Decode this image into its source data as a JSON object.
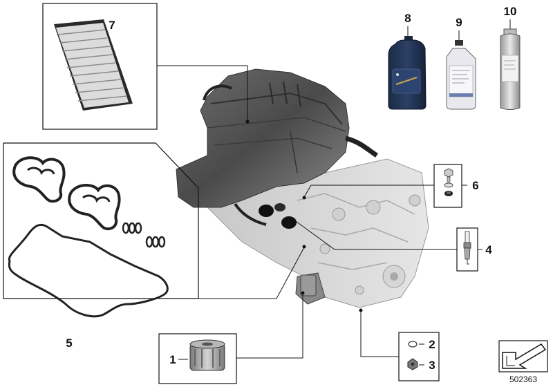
{
  "callouts": {
    "c1": "1",
    "c2": "2",
    "c3": "3",
    "c4": "4",
    "c5": "5",
    "c6": "6",
    "c7": "7",
    "c8": "8",
    "c9": "9",
    "c10": "10"
  },
  "document_number": "502363",
  "icons": {
    "engine": "engine-illustration-icon",
    "air_filter": "air-filter-element-icon",
    "gasket_set": "gasket-set-icon",
    "oil_filter": "oil-filter-icon",
    "seal_ring": "seal-ring-icon",
    "drain_plug": "drain-plug-icon",
    "spark_plug": "spark-plug-icon",
    "bolt_set": "bolt-and-washer-icon",
    "engine_oil": "engine-oil-bottle-icon",
    "coolant": "coolant-bottle-icon",
    "spray_can": "spray-can-icon",
    "view_arrow": "view-direction-arrow-icon"
  }
}
